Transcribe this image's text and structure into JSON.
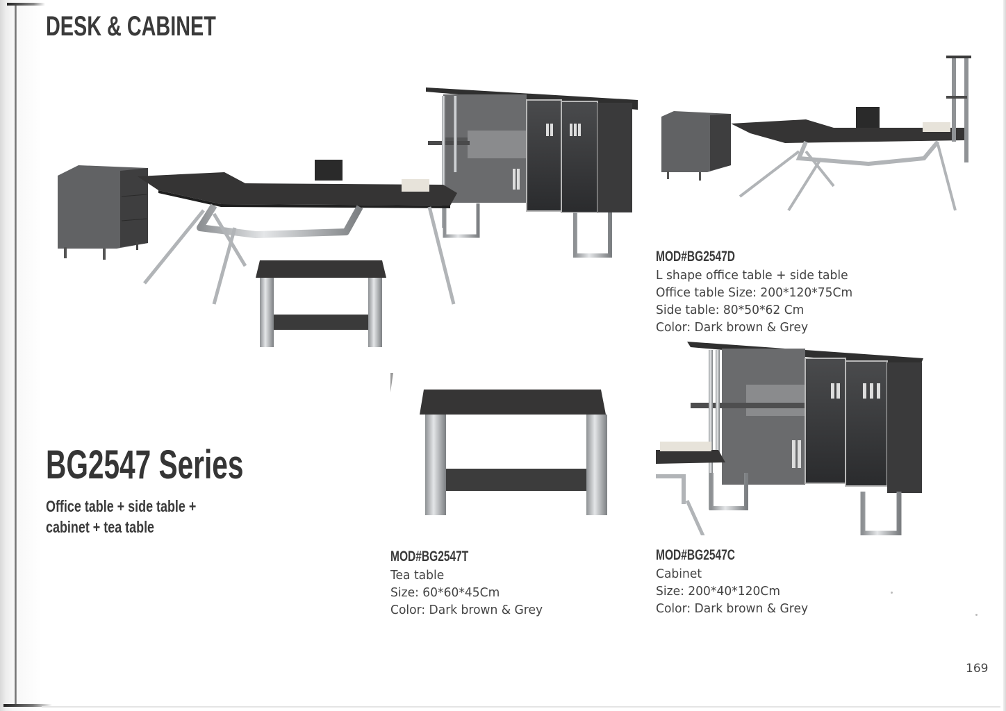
{
  "header": {
    "title": "DESK & CABINET"
  },
  "series": {
    "title": "BG2547 Series",
    "subtitle_lines": [
      "Office table + side table +",
      "cabinet + tea table"
    ]
  },
  "products": [
    {
      "id": "desk",
      "model": "MOD#BG2547D",
      "lines": [
        "L shape office table + side table",
        "Office table Size: 200*120*75Cm",
        "Side table: 80*50*62 Cm",
        "Color: Dark brown & Grey"
      ],
      "image_icon": "l-shape-desk-with-side-cabinet-image"
    },
    {
      "id": "tea_table",
      "model": "MOD#BG2547T",
      "lines": [
        "Tea table",
        "Size: 60*60*45Cm",
        "Color: Dark brown & Grey"
      ],
      "image_icon": "tea-table-image"
    },
    {
      "id": "cabinet",
      "model": "MOD#BG2547C",
      "lines": [
        "Cabinet",
        "Size: 200*40*120Cm",
        "Color: Dark brown & Grey"
      ],
      "image_icon": "cabinet-image"
    }
  ],
  "hero_image": "full-office-set-image",
  "page_number": "169",
  "colors": {
    "wood_dark": "#3b3a38",
    "grey_panel": "#5d5e60",
    "chrome": "#b9bcbf",
    "text": "#3a3a3a"
  }
}
